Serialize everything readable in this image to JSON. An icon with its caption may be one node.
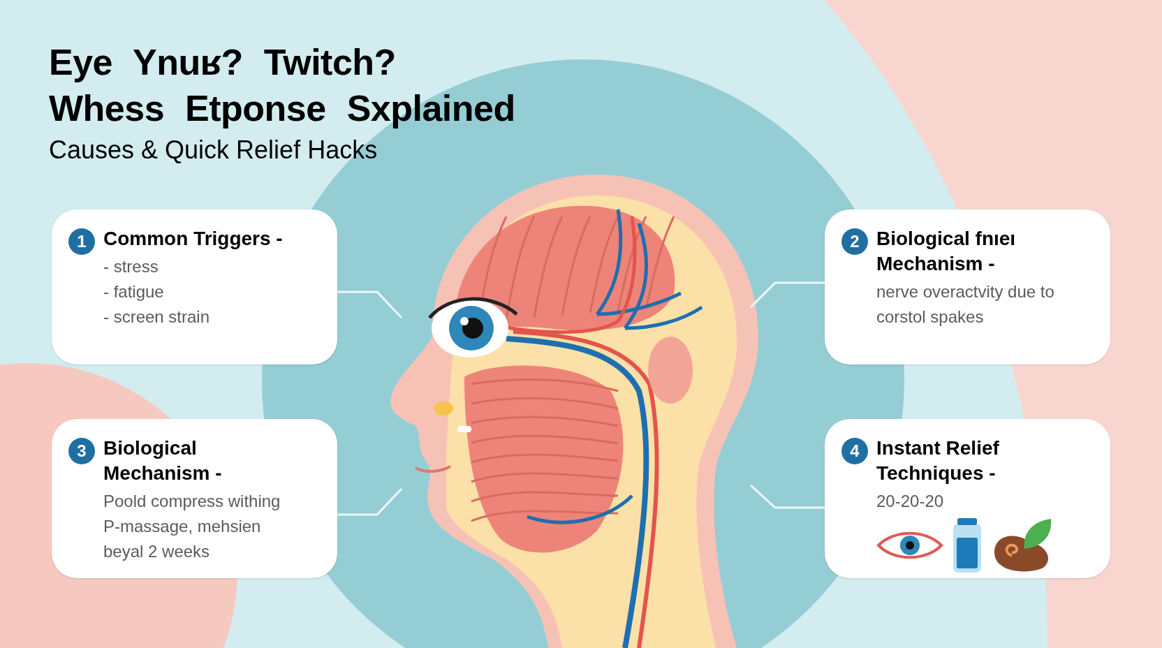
{
  "diagram": {
    "title": "Eye Ynuʁ? Twitch? Whess Etponse Sxplained",
    "nodes": [
      {
        "text": [
          "1",
          "Common Triggers -",
          "- stress",
          "- fatigue",
          "- screen strain"
        ]
      },
      {
        "text": [
          "2",
          "Biological fnıeı Mechanism -",
          "nerve overactvity due to corstol spakes"
        ]
      },
      {
        "text": [
          "3",
          "Biological Mechanism -",
          "Poold compress withing P-massage, mehsien beyal 2 weeks"
        ]
      },
      {
        "text": [
          "4",
          "Instant Relief Techniques -",
          "20-20-20"
        ]
      },
      {
        "text": [],
        "shape": "picture"
      }
    ],
    "edges": [
      {
        "from": 0,
        "to": 4,
        "arrow": "none"
      },
      {
        "from": 1,
        "to": 4,
        "arrow": "none"
      },
      {
        "from": 2,
        "to": 4,
        "arrow": "none"
      },
      {
        "from": 3,
        "to": 4,
        "arrow": "none"
      }
    ],
    "labels": [
      "Causes & Quick Relief Hacks"
    ]
  }
}
